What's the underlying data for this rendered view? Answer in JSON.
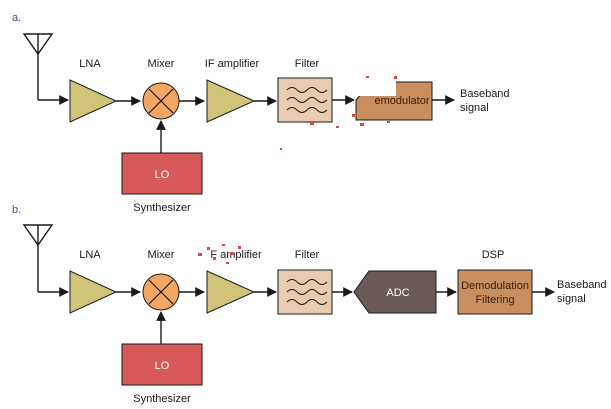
{
  "colors": {
    "amplifier": "#cfc479",
    "mixer": "#f2a661",
    "filter": "#e8ccb0",
    "lo": "#d85a58",
    "adc": "#6a5a57",
    "dsp": "#c98f5e",
    "demodulator": "#c98f5e",
    "line": "#1a1a1a",
    "part_label": "#6a3d8f"
  },
  "diagram_a": {
    "part_label": "a.",
    "lna_label": "LNA",
    "mixer_label": "Mixer",
    "if_label": "IF amplifier",
    "filter_label": "Filter",
    "demodulator_label": "emodulator",
    "lo_label": "LO",
    "synth_label": "Synthesizer",
    "output_line1": "Baseband",
    "output_line2": "signal",
    "icons": [
      "antenna-icon",
      "amplifier-icon",
      "mixer-icon",
      "filter-icon"
    ]
  },
  "diagram_b": {
    "part_label": "b.",
    "lna_label": "LNA",
    "mixer_label": "Mixer",
    "if_label": "F amplifier",
    "filter_label": "Filter",
    "adc_label": "ADC",
    "dsp_label": "DSP",
    "dsp_line1": "Demodulation",
    "dsp_line2": "Filtering",
    "lo_label": "LO",
    "synth_label": "Synthesizer",
    "output_line1": "Baseband",
    "output_line2": "signal",
    "icons": [
      "antenna-icon",
      "amplifier-icon",
      "mixer-icon",
      "filter-icon"
    ]
  }
}
